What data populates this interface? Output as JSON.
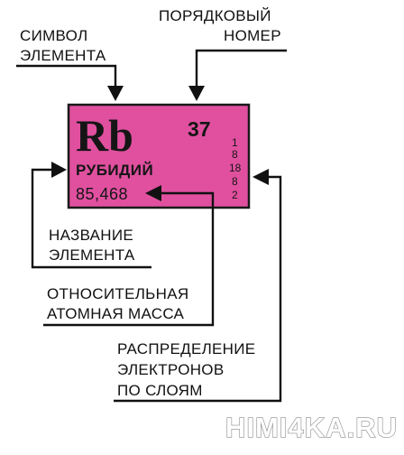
{
  "element": {
    "symbol": "Rb",
    "atomic_number": "37",
    "name": "РУБИДИЙ",
    "atomic_mass": "85,468",
    "electron_shells": [
      "1",
      "8",
      "18",
      "8",
      "2"
    ],
    "card_color": "#e0509f"
  },
  "labels": {
    "symbol": [
      "СИМВОЛ",
      "ЭЛЕМЕНТА"
    ],
    "number": [
      "ПОРЯДКОВЫЙ",
      "НОМЕР"
    ],
    "name": [
      "НАЗВАНИЕ",
      "ЭЛЕМЕНТА"
    ],
    "mass": [
      "ОТНОСИТЕЛЬНАЯ",
      "АТОМНАЯ МАССА"
    ],
    "shells": [
      "РАСПРЕДЕЛЕНИЕ",
      "ЭЛЕКТРОНОВ",
      "ПО СЛОЯМ"
    ]
  },
  "watermark": "HIMI4KA.RU"
}
